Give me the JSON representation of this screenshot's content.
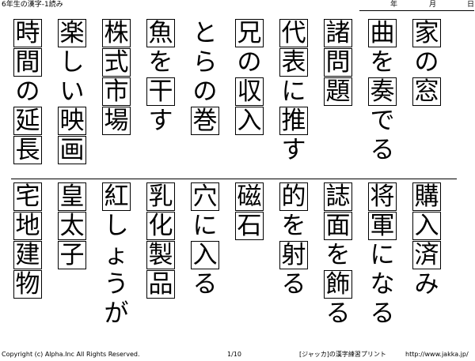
{
  "header": {
    "title": "6年生の漢字-1読み",
    "date_year": "年",
    "date_month": "月",
    "date_day": "日"
  },
  "top_columns": [
    {
      "word": "家の窓",
      "kanji": [
        true,
        false,
        true
      ]
    },
    {
      "word": "曲を奏でる",
      "kanji": [
        true,
        false,
        true,
        false,
        false
      ]
    },
    {
      "word": "諸問題",
      "kanji": [
        true,
        true,
        true
      ]
    },
    {
      "word": "代表に推す",
      "kanji": [
        true,
        true,
        false,
        true,
        false
      ]
    },
    {
      "word": "兄の収入",
      "kanji": [
        true,
        false,
        true,
        true
      ]
    },
    {
      "word": "とらの巻",
      "kanji": [
        false,
        false,
        false,
        true
      ]
    },
    {
      "word": "魚を干す",
      "kanji": [
        true,
        false,
        true,
        false
      ]
    },
    {
      "word": "株式市場",
      "kanji": [
        true,
        true,
        true,
        true
      ]
    },
    {
      "word": "楽しい映画",
      "kanji": [
        true,
        false,
        false,
        true,
        true
      ]
    },
    {
      "word": "時間の延長",
      "kanji": [
        true,
        true,
        false,
        true,
        true
      ]
    }
  ],
  "bottom_columns": [
    {
      "word": "購入済み",
      "kanji": [
        true,
        true,
        true,
        false
      ]
    },
    {
      "word": "将軍になる",
      "kanji": [
        true,
        true,
        false,
        false,
        false
      ]
    },
    {
      "word": "誌面を飾る",
      "kanji": [
        true,
        true,
        false,
        true,
        false
      ]
    },
    {
      "word": "的を射る",
      "kanji": [
        true,
        false,
        true,
        false
      ]
    },
    {
      "word": "磁石",
      "kanji": [
        true,
        true
      ]
    },
    {
      "word": "穴に入る",
      "kanji": [
        true,
        false,
        true,
        false
      ]
    },
    {
      "word": "乳化製品",
      "kanji": [
        true,
        true,
        true,
        true
      ]
    },
    {
      "word": "紅しょうが",
      "kanji": [
        true,
        false,
        false,
        false,
        false
      ]
    },
    {
      "word": "皇太子",
      "kanji": [
        true,
        true,
        true
      ]
    },
    {
      "word": "宅地建物",
      "kanji": [
        true,
        true,
        true,
        true
      ]
    }
  ],
  "footer": {
    "copyright": "Copyright (c) Alpha.Inc All Rights Reserved.",
    "page": "1/10",
    "brand": "[ジャッカ]の漢字練習プリント",
    "url": "http://www.jakka.jp/"
  }
}
